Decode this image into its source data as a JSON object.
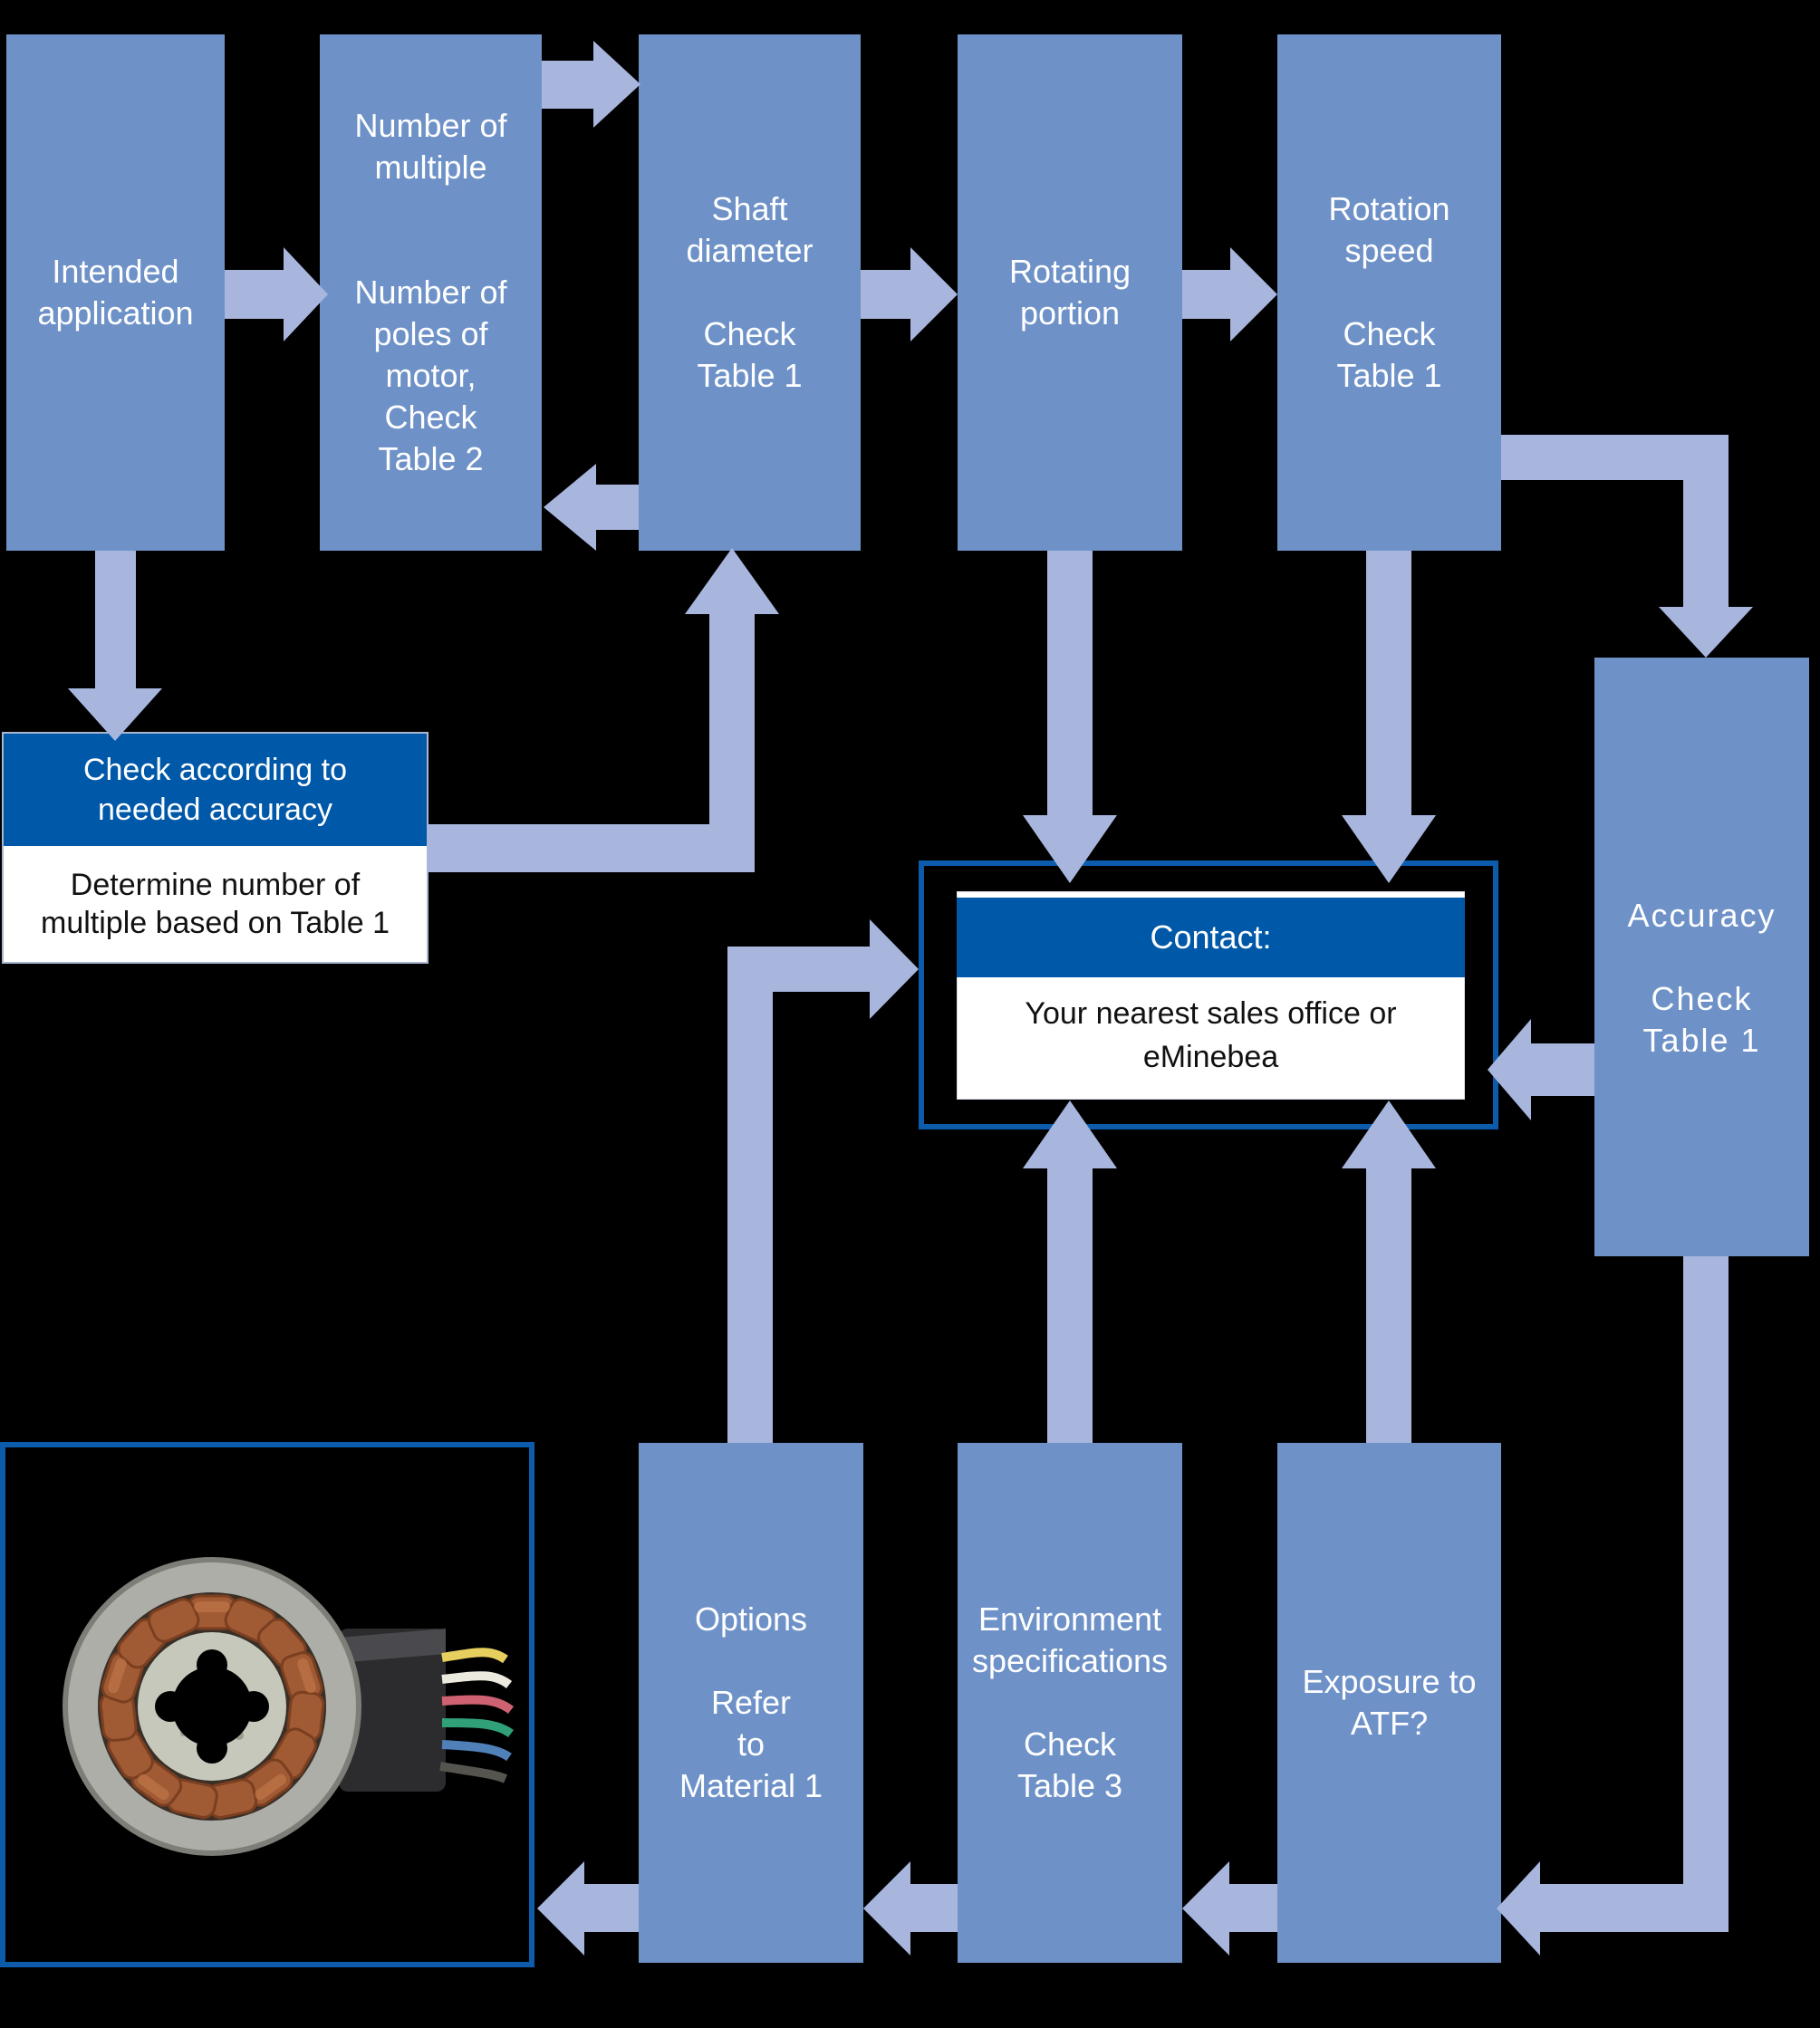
{
  "title": "Resolver selection flowchart",
  "colors": {
    "background": "#000000",
    "box_blue": "#6e92c8",
    "arrow_blue": "#a8b6de",
    "dark_blue": "#0058a8",
    "frame_border_blue": "#0c5cab",
    "white": "#ffffff",
    "black_text": "#111111"
  },
  "boxes": {
    "intended_application": "Intended\napplication",
    "number_of_multiple": "Number of\nmultiple\n\n\nNumber of\npoles of\nmotor,\nCheck\nTable 2",
    "shaft_diameter": "Shaft\ndiameter\n\nCheck\nTable 1",
    "rotating_portion": "Rotating\nportion",
    "rotation_speed": "Rotation\nspeed\n\nCheck\nTable 1",
    "accuracy": "\nAccuracy\n\nCheck\nTable 1",
    "options": "Options\n\nRefer\nto\nMaterial 1",
    "environment": "Environment\nspecifications\n\nCheck\nTable 3",
    "exposure_atf": "Exposure to\nATF?"
  },
  "check_accuracy": {
    "header": "Check according to\nneeded accuracy",
    "body": "Determine number of\nmultiple based on Table 1"
  },
  "contact": {
    "header": "Contact:",
    "body": "Your nearest sales office or\neMinebea"
  },
  "product_image": {
    "alt": "resolver-stator-photo"
  }
}
